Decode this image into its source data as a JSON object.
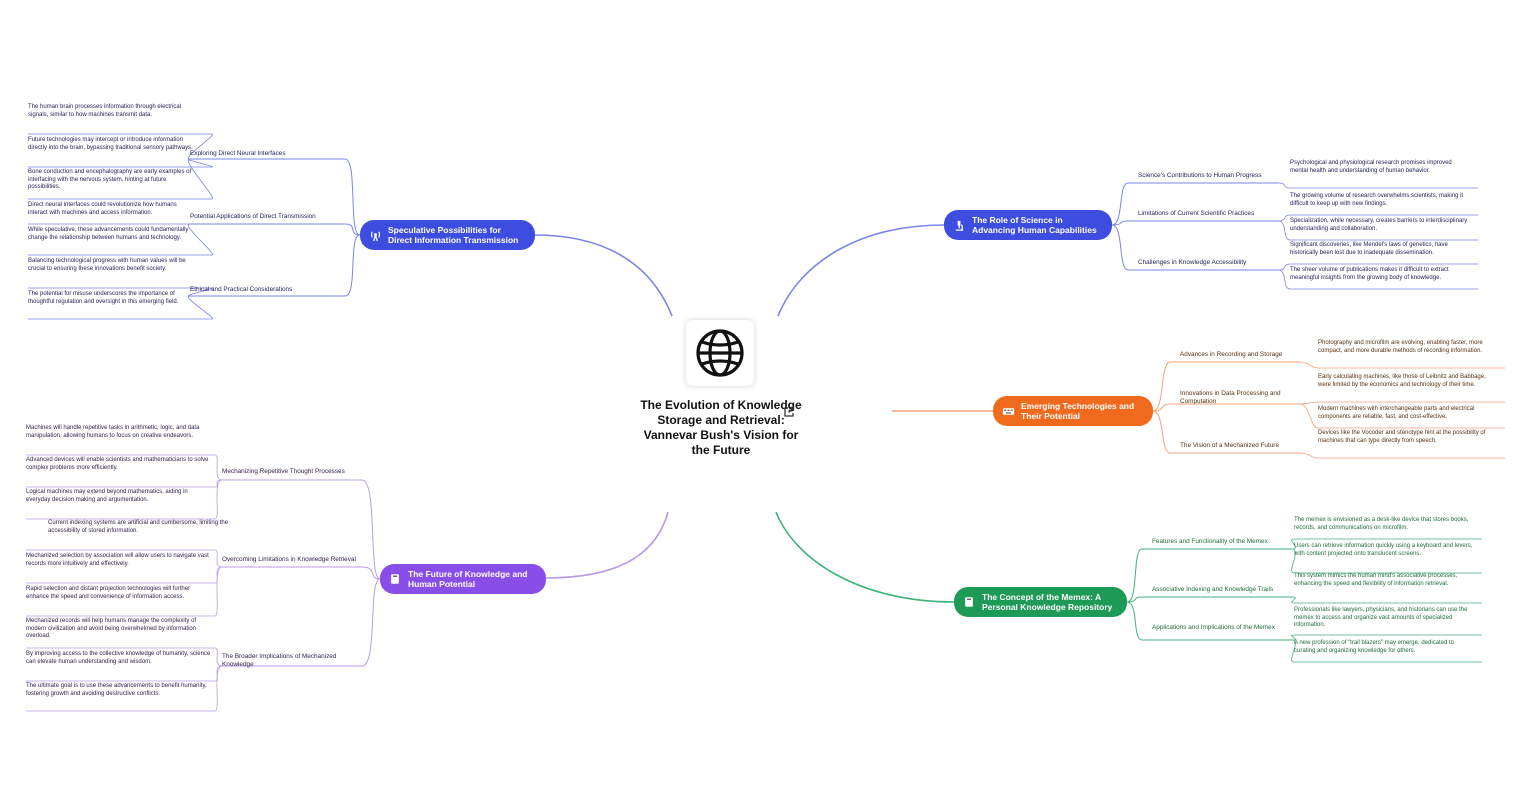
{
  "center": {
    "title": "The Evolution of Knowledge Storage and Retrieval: Vannevar Bush's Vision for the Future",
    "icon": "globe-icon",
    "link_icon": "external-link-icon"
  },
  "colors": {
    "blue": "#3d4de0",
    "purple": "#8a4ee8",
    "orange": "#f06a1e",
    "green": "#1d9a55",
    "blue_line": "#7b84e8",
    "purple_line": "#b79be8",
    "orange_line": "#f0a27a",
    "green_line": "#3fb27a"
  },
  "branches": [
    {
      "id": "speculative",
      "title": "Speculative Possibilities for Direct Information Transmission",
      "icon": "antenna-icon",
      "color": "#3d4de0",
      "subtopics": [
        {
          "label": "Exploring Direct Neural Interfaces",
          "points": [
            "The human brain processes information through electrical signals, similar to how machines transmit data.",
            "Future technologies may intercept or introduce information directly into the brain, bypassing traditional sensory pathways.",
            "Bone conduction and encephalography are early examples of interfacing with the nervous system, hinting at future possibilities."
          ]
        },
        {
          "label": "Potential Applications of Direct Transmission",
          "points": [
            "Direct neural interfaces could revolutionize how humans interact with machines and access information.",
            "While speculative, these advancements could fundamentally change the relationship between humans and technology."
          ]
        },
        {
          "label": "Ethical and Practical Considerations",
          "points": [
            "Balancing technological progress with human values will be crucial to ensuring these innovations benefit society.",
            "The potential for misuse underscores the importance of thoughtful regulation and oversight in this emerging field."
          ]
        }
      ]
    },
    {
      "id": "future",
      "title": "The Future of Knowledge and Human Potential",
      "icon": "book-icon",
      "color": "#8a4ee8",
      "subtopics": [
        {
          "label": "Mechanizing Repetitive Thought Processes",
          "points": [
            "Machines will handle repetitive tasks in arithmetic, logic, and data manipulation, allowing humans to focus on creative endeavors.",
            "Advanced devices will enable scientists and mathematicians to solve complex problems more efficiently.",
            "Logical machines may extend beyond mathematics, aiding in everyday decision making and argumentation."
          ]
        },
        {
          "label": "Overcoming Limitations in Knowledge Retrieval",
          "points": [
            "Current indexing systems are artificial and cumbersome, limiting the accessibility of stored information.",
            "Mechanized selection by association will allow users to navigate vast records more intuitively and effectively.",
            "Rapid selection and distant projection technologies will further enhance the speed and convenience of information access."
          ]
        },
        {
          "label": "The Broader Implications of Mechanized Knowledge",
          "points": [
            "Mechanized records will help humans manage the complexity of modern civilization and avoid being overwhelmed by information overload.",
            "By improving access to the collective knowledge of humanity, science can elevate human understanding and wisdom.",
            "The ultimate goal is to use these advancements to benefit humanity, fostering growth and avoiding destructive conflicts."
          ]
        }
      ]
    },
    {
      "id": "science",
      "title": "The Role of Science in Advancing Human Capabilities",
      "icon": "microscope-icon",
      "color": "#3d4de0",
      "subtopics": [
        {
          "label": "Science's Contributions to Human Progress",
          "points": [
            "Psychological and physiological research promises improved mental health and understanding of human behavior."
          ]
        },
        {
          "label": "Limitations of Current Scientific Practices",
          "points": [
            "The growing volume of research overwhelms scientists, making it difficult to keep up with new findings.",
            "Specialization, while necessary, creates barriers to interdisciplinary understanding and collaboration."
          ]
        },
        {
          "label": "Challenges in Knowledge Accessibility",
          "points": [
            "Significant discoveries, like Mendel's laws of genetics, have historically been lost due to inadequate dissemination.",
            "The sheer volume of publications makes it difficult to extract meaningful insights from the growing body of knowledge."
          ]
        }
      ]
    },
    {
      "id": "emerging",
      "title": "Emerging Technologies and Their Potential",
      "icon": "keyboard-icon",
      "color": "#f06a1e",
      "subtopics": [
        {
          "label": "Advances in Recording and Storage",
          "points": [
            "Photography and microfilm are evolving, enabling faster, more compact, and more durable methods of recording information."
          ]
        },
        {
          "label": "Innovations in Data Processing and Computation",
          "points": [
            "Early calculating machines, like those of Leibnitz and Babbage, were limited by the economics and technology of their time.",
            "Modern machines with interchangeable parts and electrical components are reliable, fast, and cost-effective."
          ]
        },
        {
          "label": "The Vision of a Mechanized Future",
          "points": [
            "Devices like the Vocoder and stenotype hint at the possibility of machines that can type directly from speech."
          ]
        }
      ]
    },
    {
      "id": "memex",
      "title": "The Concept of the Memex: A Personal Knowledge Repository",
      "icon": "book-icon",
      "color": "#1d9a55",
      "subtopics": [
        {
          "label": "Features and Functionality of the Memex",
          "points": [
            "The memex is envisioned as a desk-like device that stores books, records, and communications on microfilm.",
            "Users can retrieve information quickly using a keyboard and levers, with content projected onto translucent screens."
          ]
        },
        {
          "label": "Associative Indexing and Knowledge Trails",
          "points": [
            "This system mimics the human mind's associative processes, enhancing the speed and flexibility of information retrieval."
          ]
        },
        {
          "label": "Applications and Implications of the Memex",
          "points": [
            "Professionals like lawyers, physicians, and historians can use the memex to access and organize vast amounts of specialized information.",
            "A new profession of \"trail blazers\" may emerge, dedicated to curating and organizing knowledge for others."
          ]
        }
      ]
    }
  ]
}
